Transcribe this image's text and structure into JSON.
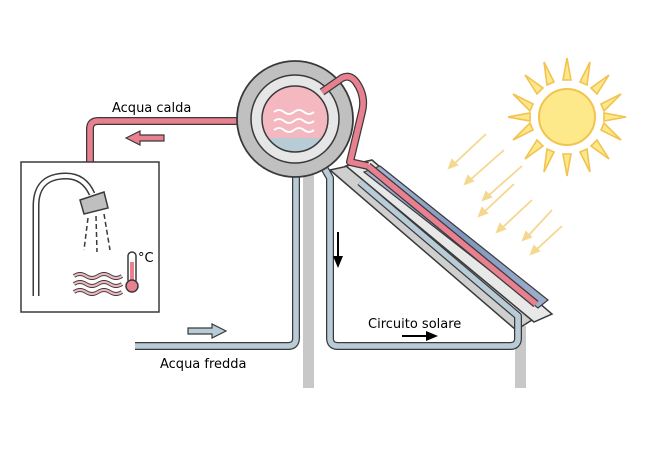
{
  "labels": {
    "hot_water": "Acqua calda",
    "cold_water": "Acqua fredda",
    "solar_circuit": "Circuito solare",
    "temperature_unit": "°C"
  },
  "colors": {
    "hot_pipe": "#e8808f",
    "hot_fill": "#f4b9c0",
    "cold_pipe": "#b8ccd8",
    "outline": "#3a3a3a",
    "support": "#c8c8c8",
    "tank_outer": "#c0c0c0",
    "sun": "#fde88a",
    "sun_outline": "#f2c34e",
    "ray": "#f5d790",
    "panel_glass": "#7f96bc"
  }
}
